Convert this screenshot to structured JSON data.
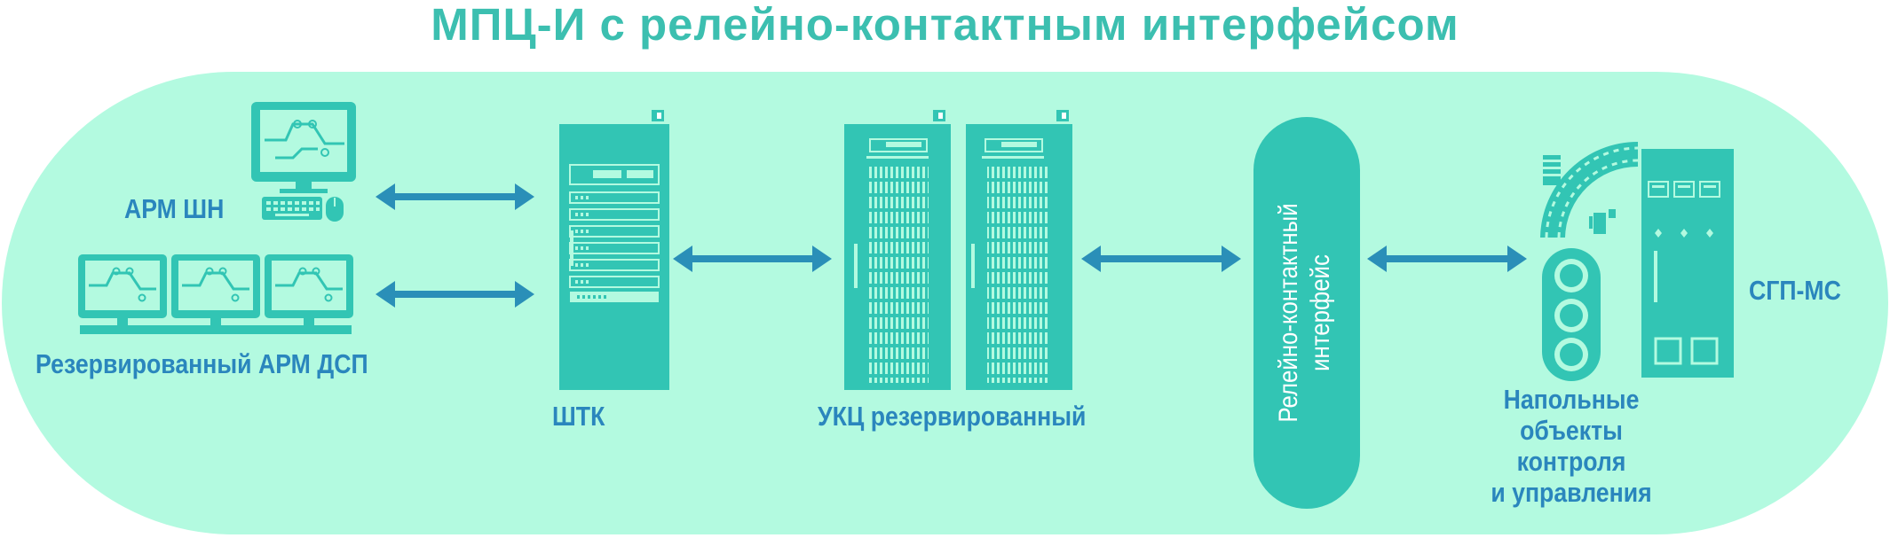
{
  "title": "МПЦ-И с релейно-контактным интерфейсом",
  "colors": {
    "background_pill": "#b3fae0",
    "equipment": "#32c5b4",
    "arrow": "#2a8fb8",
    "label": "#2a86bd",
    "title": "#3cbfb0"
  },
  "labels": {
    "arm_shn": "АРМ ШН",
    "arm_dsp": "Резервированный АРМ ДСП",
    "shtk": "ШТК",
    "ukc": "УКЦ резервированный",
    "sgp": "СГП-МС"
  },
  "relay_interface": {
    "line1": "Релейно-контактный",
    "line2": "интерфейс"
  },
  "floor_objects": {
    "line1": "Напольные",
    "line2": "объекты",
    "line3": "контроля",
    "line4": "и управления"
  },
  "icons": [
    "monitor-icon",
    "keyboard-icon",
    "mouse-icon",
    "server-rack-icon",
    "relay-cabinet-icon",
    "traffic-light-icon",
    "switch-machine-icon",
    "control-cabinet-icon",
    "double-arrow-icon"
  ]
}
